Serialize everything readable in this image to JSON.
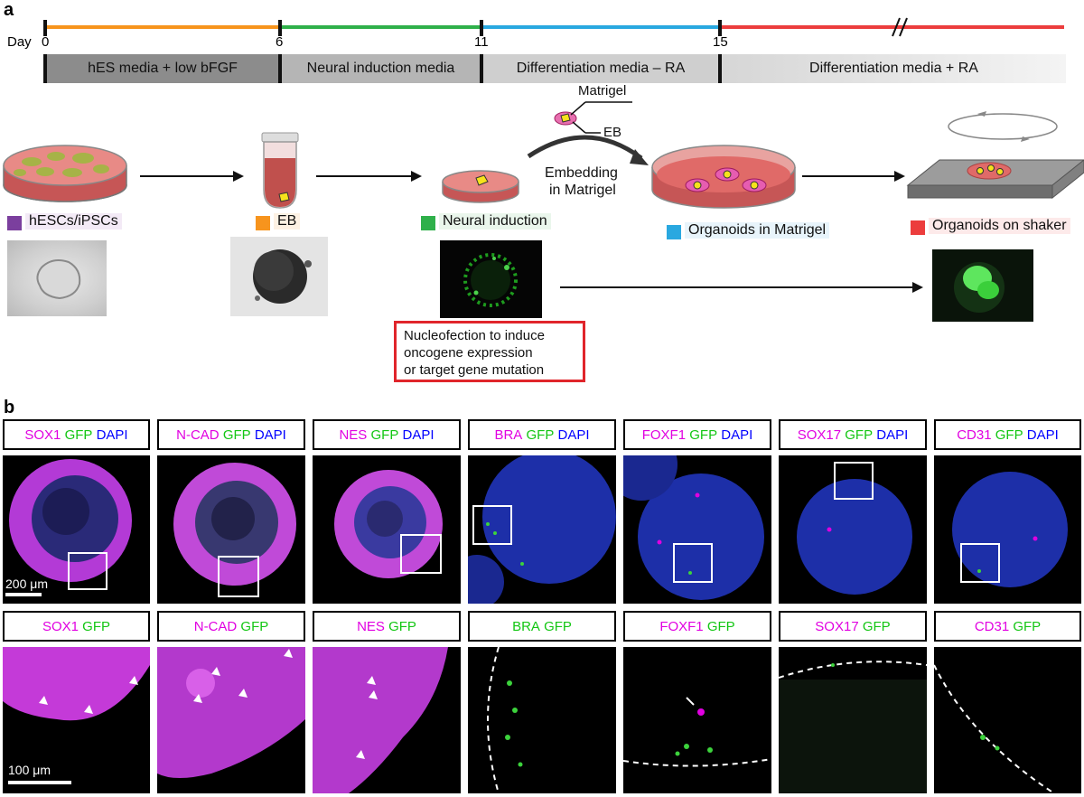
{
  "panel_a": {
    "letter": "a",
    "day_label": "Day",
    "ticks": [
      "0",
      "6",
      "11",
      "15"
    ],
    "media": [
      "hES media + low bFGF",
      "Neural induction media",
      "Differentiation media – RA",
      "Differentiation media + RA"
    ],
    "stage_colors": {
      "hesc": "#7b3f9e",
      "eb": "#f7941d",
      "neural": "#2fb04a",
      "matrigel": "#29a8e0",
      "shaker": "#ec3d3d"
    },
    "stages": {
      "hesc": "hESCs/iPSCs",
      "eb": "EB",
      "neural": "Neural induction",
      "matrigel": "Organoids in Matrigel",
      "shaker": "Organoids on shaker"
    },
    "embedding_label_1": "Embedding",
    "embedding_label_2": "in Matrigel",
    "matrigel_callout": "Matrigel",
    "eb_callout": "EB",
    "nucleofection": [
      "Nucleofection to induce",
      "oncogene expression",
      "or target gene mutation"
    ]
  },
  "panel_b": {
    "letter": "b",
    "top_headers": [
      {
        "m": "SOX1",
        "g": "GFP",
        "d": "DAPI"
      },
      {
        "m": "N-CAD",
        "g": "GFP",
        "d": "DAPI"
      },
      {
        "m": "NES",
        "g": "GFP",
        "d": "DAPI"
      },
      {
        "m": "BRA",
        "g": "GFP",
        "d": "DAPI"
      },
      {
        "m": "FOXF1",
        "g": "GFP",
        "d": "DAPI"
      },
      {
        "m": "SOX17",
        "g": "GFP",
        "d": "DAPI"
      },
      {
        "m": "CD31",
        "g": "GFP",
        "d": "DAPI"
      }
    ],
    "bottom_headers": [
      {
        "m": "SOX1",
        "g": "GFP"
      },
      {
        "m": "N-CAD",
        "g": "GFP"
      },
      {
        "m": "NES",
        "g": "GFP"
      },
      {
        "m": "BRA",
        "g": "GFP"
      },
      {
        "m": "FOXF1",
        "g": "GFP"
      },
      {
        "m": "SOX17",
        "g": "GFP"
      },
      {
        "m": "CD31",
        "g": "GFP"
      }
    ],
    "scale_top": "200 μm",
    "scale_bottom": "100 μm"
  }
}
